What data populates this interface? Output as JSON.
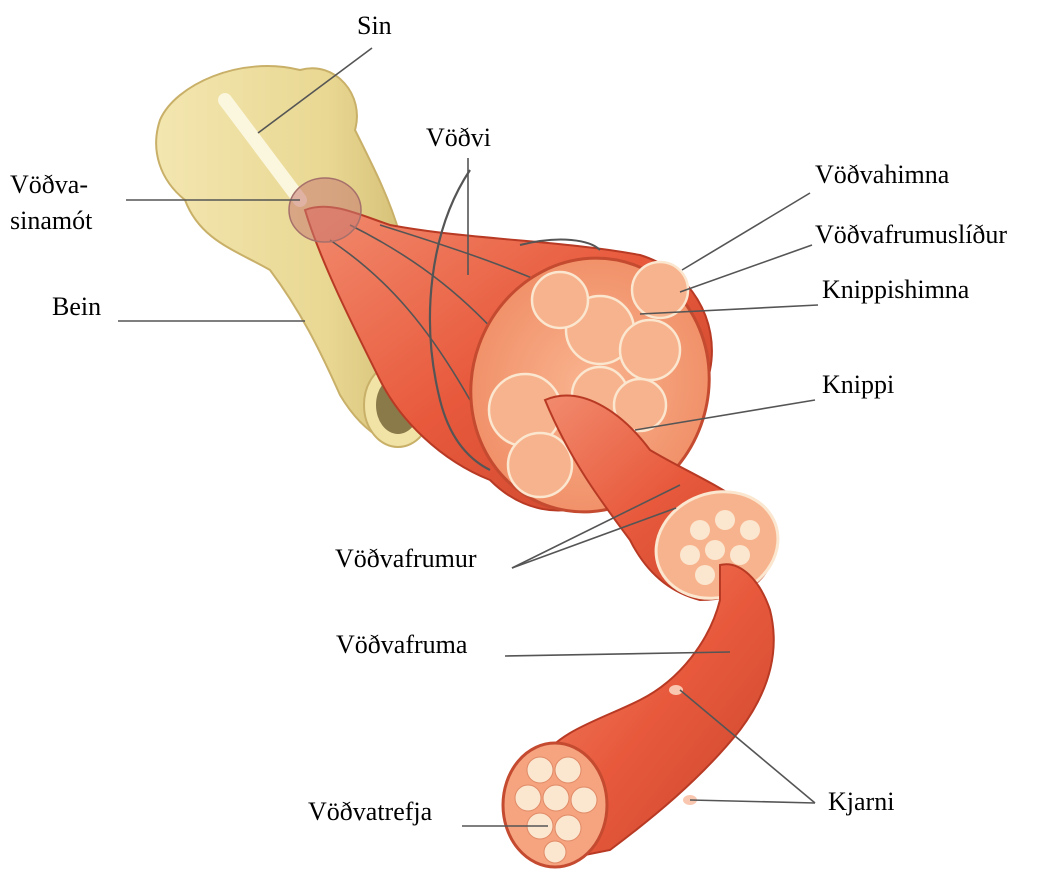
{
  "labels": {
    "sin": "Sin",
    "voedvi": "Vöðvi",
    "voedva_sinamot_1": "Vöðva-",
    "voedva_sinamot_2": "sinamót",
    "voedvahimna": "Vöðvahimna",
    "voedvafrumuslidur": "Vöðvafrumuslíður",
    "knippishimna": "Knippishimna",
    "bein": "Bein",
    "knippi": "Knippi",
    "voedvafrumur": "Vöðvafrumur",
    "voedvafruma": "Vöðvafruma",
    "kjarni": "Kjarni",
    "voedvatrefja": "Vöðvatrefja"
  },
  "colors": {
    "bone": "#efe0a0",
    "bone_shadow": "#cdb56a",
    "muscle": "#e8593c",
    "muscle_light": "#f28b6e",
    "muscle_dark": "#b83a24",
    "section": "#f6a37f",
    "fiber": "#fbe6cf",
    "leader": "#555555"
  }
}
